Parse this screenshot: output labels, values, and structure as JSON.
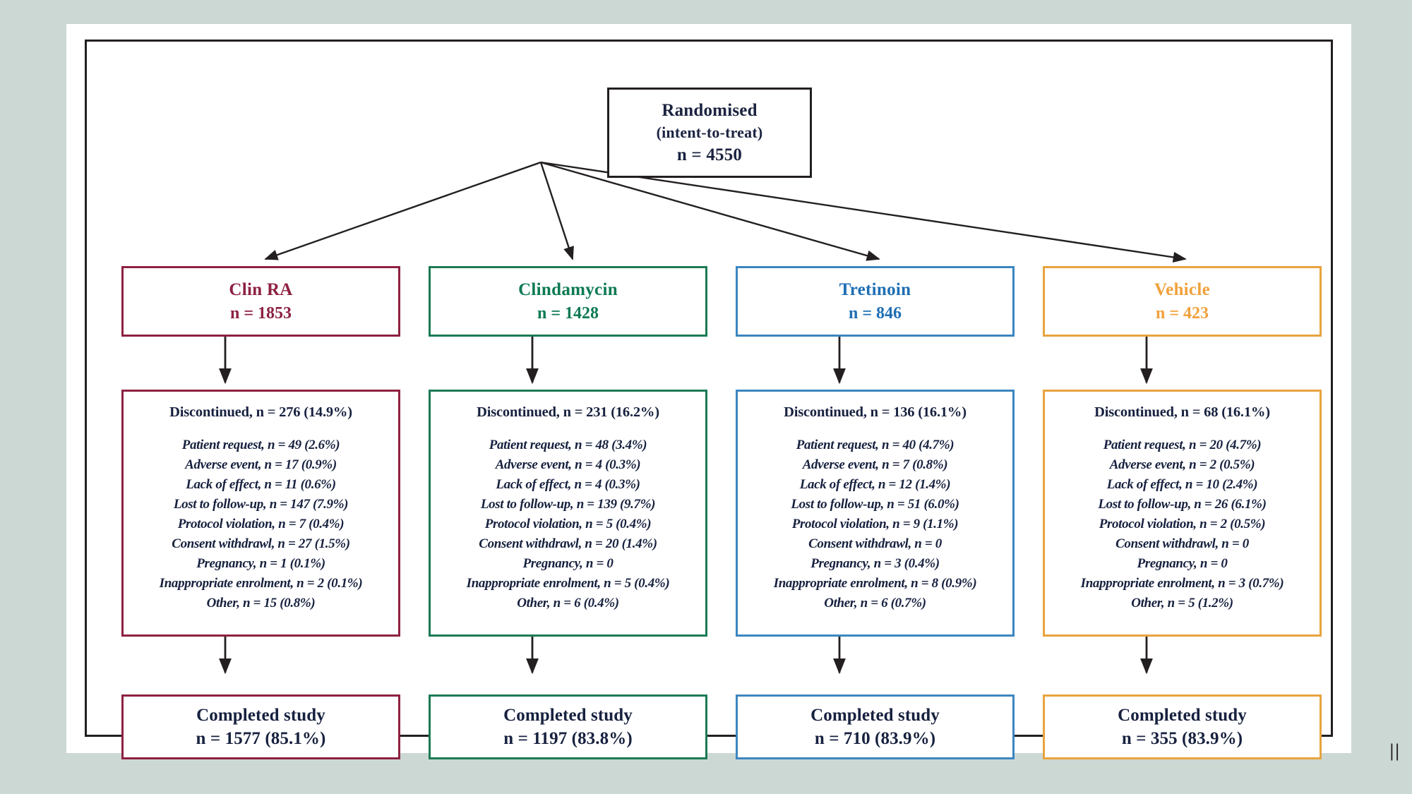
{
  "page_mark": "||",
  "palette": {
    "background": "#ccd8d4",
    "card": "#ffffff",
    "frame": "#231f20",
    "text_dark": "#17213f"
  },
  "root": {
    "label": "Randomised",
    "sublabel": "(intent-to-treat)",
    "n_label": "n = 4550",
    "n": 4550,
    "border_color": "#231f20"
  },
  "groups": [
    {
      "name": "Clin RA",
      "n_label": "n = 1853",
      "n": 1853,
      "color": "#8d2141",
      "border_color": "#8d2141",
      "discontinued": {
        "title": "Discontinued, n = 276 (14.9%)",
        "n": 276,
        "percent": "14.9%",
        "reasons": [
          "Patient request, n = 49 (2.6%)",
          "Adverse event, n = 17 (0.9%)",
          "Lack of effect, n = 11 (0.6%)",
          "Lost to follow-up, n = 147 (7.9%)",
          "Protocol violation, n = 7 (0.4%)",
          "Consent withdrawl, n = 27 (1.5%)",
          "Pregnancy, n = 1 (0.1%)",
          "Inappropriate enrolment, n = 2 (0.1%)",
          "Other, n = 15 (0.8%)"
        ]
      },
      "completed": {
        "label": "Completed study",
        "n_label": "n = 1577 (85.1%)",
        "n": 1577,
        "percent": "85.1%"
      }
    },
    {
      "name": "Clindamycin",
      "n_label": "n = 1428",
      "n": 1428,
      "color": "#0c7a52",
      "border_color": "#1c7a55",
      "discontinued": {
        "title": "Discontinued, n = 231 (16.2%)",
        "n": 231,
        "percent": "16.2%",
        "reasons": [
          "Patient request, n = 48 (3.4%)",
          "Adverse event, n = 4 (0.3%)",
          "Lack of effect, n = 4 (0.3%)",
          "Lost to follow-up, n = 139 (9.7%)",
          "Protocol violation, n = 5 (0.4%)",
          "Consent withdrawl, n = 20 (1.4%)",
          "Pregnancy, n = 0",
          "Inappropriate enrolment, n = 5 (0.4%)",
          "Other, n = 6 (0.4%)"
        ]
      },
      "completed": {
        "label": "Completed study",
        "n_label": "n = 1197 (83.8%)",
        "n": 1197,
        "percent": "83.8%"
      }
    },
    {
      "name": "Tretinoin",
      "n_label": "n = 846",
      "n": 846,
      "color": "#1f6fb4",
      "border_color": "#3c86c0",
      "discontinued": {
        "title": "Discontinued, n = 136 (16.1%)",
        "n": 136,
        "percent": "16.1%",
        "reasons": [
          "Patient request, n = 40 (4.7%)",
          "Adverse event, n = 7 (0.8%)",
          "Lack of effect, n = 12 (1.4%)",
          "Lost to follow-up, n = 51 (6.0%)",
          "Protocol violation, n = 9 (1.1%)",
          "Consent withdrawl, n = 0",
          "Pregnancy, n = 3 (0.4%)",
          "Inappropriate enrolment, n = 8 (0.9%)",
          "Other, n = 6 (0.7%)"
        ]
      },
      "completed": {
        "label": "Completed study",
        "n_label": "n = 710 (83.9%)",
        "n": 710,
        "percent": "83.9%"
      }
    },
    {
      "name": "Vehicle",
      "n_label": "n = 423",
      "n": 423,
      "color": "#f0a13c",
      "border_color": "#e8a33e",
      "discontinued": {
        "title": "Discontinued, n = 68 (16.1%)",
        "n": 68,
        "percent": "16.1%",
        "reasons": [
          "Patient request, n = 20 (4.7%)",
          "Adverse event, n = 2 (0.5%)",
          "Lack of effect, n = 10 (2.4%)",
          "Lost to follow-up, n = 26 (6.1%)",
          "Protocol violation, n = 2 (0.5%)",
          "Consent withdrawl, n = 0",
          "Pregnancy, n = 0",
          "Inappropriate enrolment, n = 3 (0.7%)",
          "Other, n = 5 (1.2%)"
        ]
      },
      "completed": {
        "label": "Completed study",
        "n_label": "n = 355 (83.9%)",
        "n": 355,
        "percent": "83.9%"
      }
    }
  ]
}
